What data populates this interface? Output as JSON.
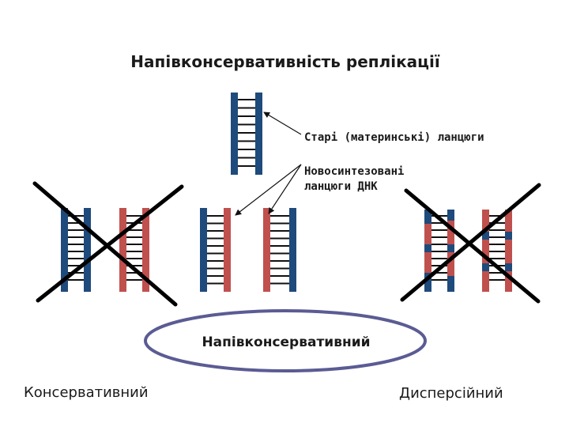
{
  "title": "Напівконсервативність реплікації",
  "labels": {
    "old_strands": "Старі (материнські) ланцюги",
    "new_strands_line1": "Новосинтезовані",
    "new_strands_line2": "ланцюги ДНК"
  },
  "models": {
    "semiconservative": "Напівконсервативний",
    "conservative": "Консервативний",
    "dispersive": "Дисперсійний"
  },
  "crossed_out_models": [
    "Консервативний",
    "Дисперсійний"
  ],
  "colors": {
    "old_strand": "#1f4a7c",
    "new_strand": "#c0504d",
    "rung": "#111111",
    "cross": "#000000",
    "oval": "#5b5b94"
  }
}
